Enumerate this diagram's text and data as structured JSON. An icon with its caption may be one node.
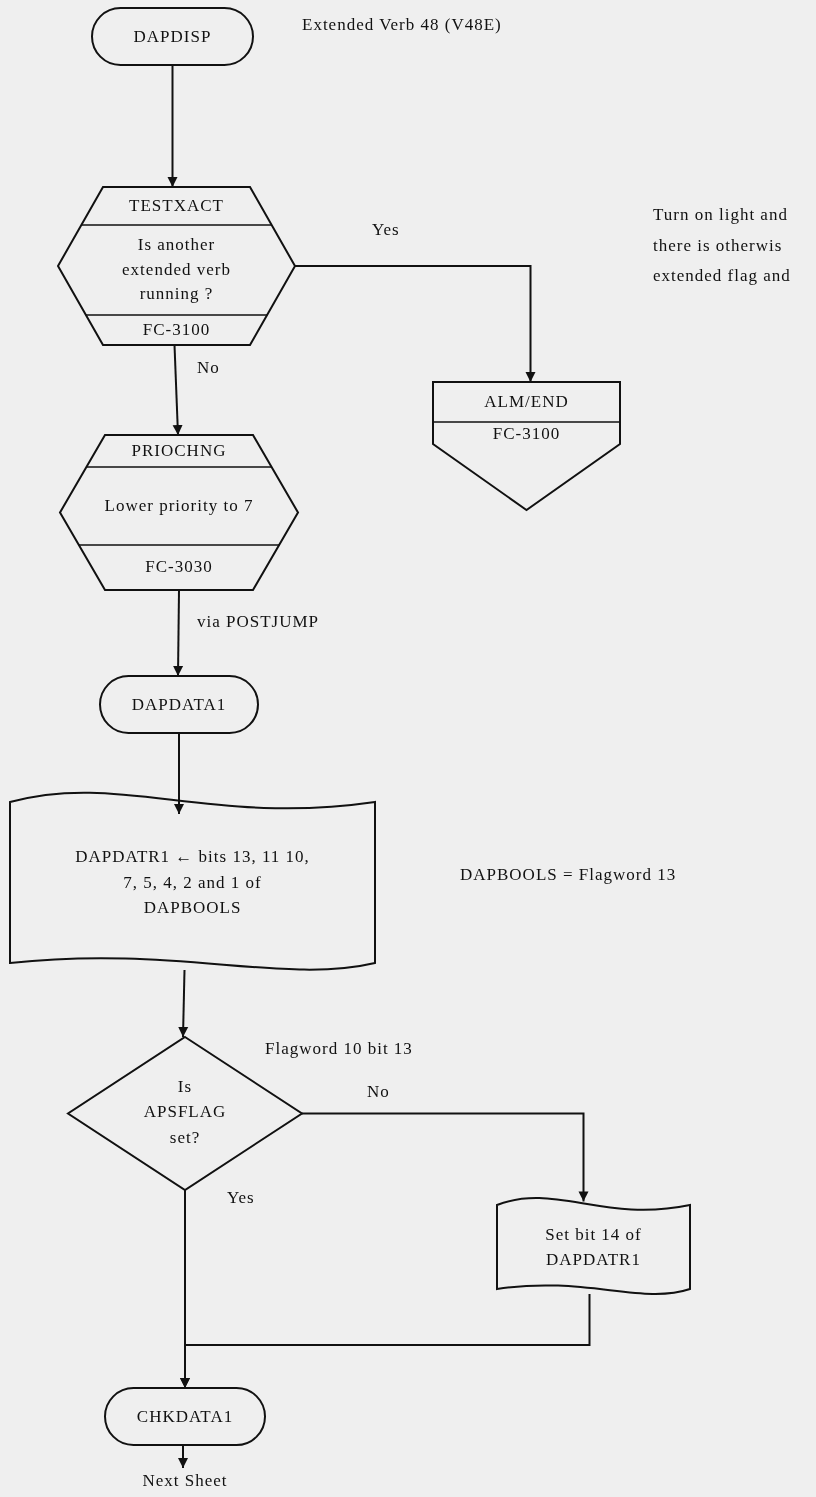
{
  "diagram": {
    "nodes": [
      {
        "text": [
          "DAPDISP"
        ]
      },
      {
        "text": [
          "TESTXACT",
          "Is another extended verb running ?",
          "FC-3100"
        ]
      },
      {
        "text": [
          "ALM/END",
          "FC-3100"
        ]
      },
      {
        "text": [
          "PRIOCHNG",
          "Lower priority to 7",
          "FC-3030"
        ]
      },
      {
        "text": [
          "DAPDATA1"
        ]
      },
      {
        "text": [
          "DAPDATR1 ← bits 13, 11 10, 7, 5, 4, 2 and 1 of DAPBOOLS"
        ]
      },
      {
        "text": [
          "Is APSFLAG set?"
        ]
      },
      {
        "text": [
          "Set bit 14 of DAPDATR1"
        ]
      },
      {
        "text": [
          "CHKDATA1"
        ]
      },
      {
        "text": [
          "Next Sheet"
        ]
      }
    ],
    "edges": [
      {
        "from": 0,
        "to": 1,
        "arrow": "to"
      },
      {
        "from": 1,
        "to": 2,
        "arrow": "to",
        "label": "Yes"
      },
      {
        "from": 1,
        "to": 3,
        "arrow": "to",
        "label": "No"
      },
      {
        "from": 3,
        "to": 4,
        "arrow": "to",
        "label": "via POSTJUMP"
      },
      {
        "from": 4,
        "to": 5,
        "arrow": "to"
      },
      {
        "from": 5,
        "to": 6,
        "arrow": "to"
      },
      {
        "from": 6,
        "to": 7,
        "arrow": "to",
        "label": "No"
      },
      {
        "from": 6,
        "to": 8,
        "arrow": "to",
        "label": "Yes"
      },
      {
        "from": 7,
        "to": 8,
        "arrow": "to"
      },
      {
        "from": 8,
        "to": 9,
        "arrow": "to"
      }
    ],
    "labels": [
      "Extended Verb 48 (V48E)",
      "Turn on light and there is otherwis extended flag and",
      "DAPBOOLS = Flagword 13",
      "Flagword 10  bit 13"
    ]
  }
}
